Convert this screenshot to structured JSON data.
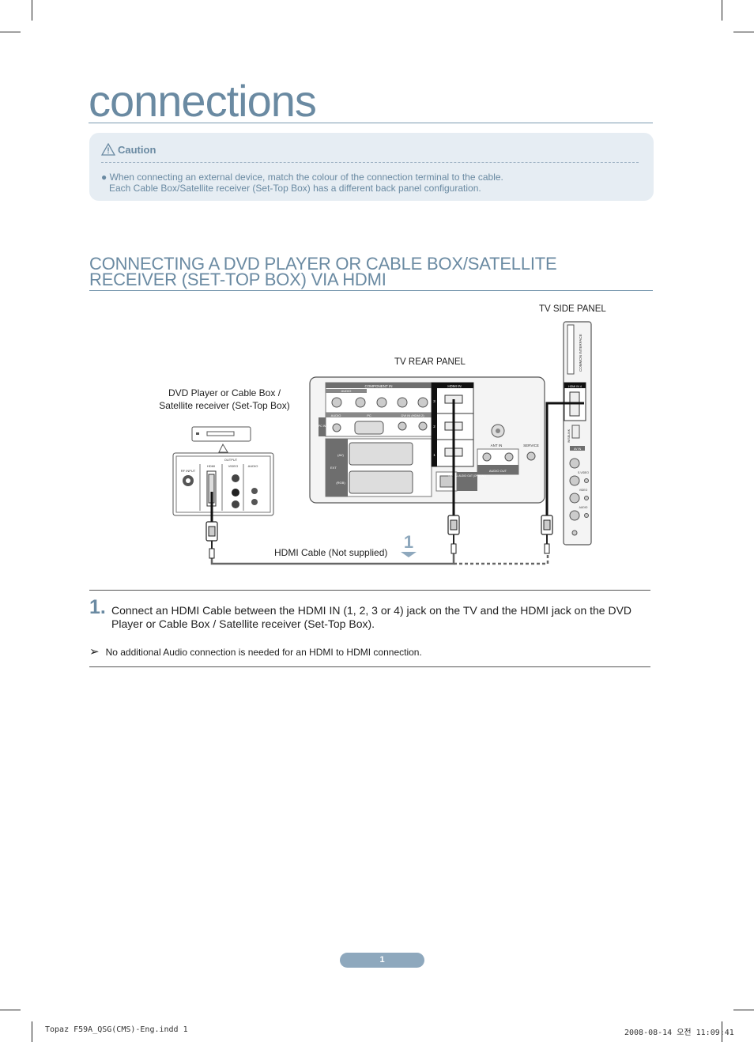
{
  "page": {
    "title": "connections",
    "caution": {
      "label": "Caution",
      "line1": "● When connecting an external device, match the colour of the connection terminal to the cable.",
      "line2": "Each Cable Box/Satellite receiver (Set-Top Box) has a different back panel configuration."
    },
    "section_title_line1": "CONNECTING A DVD PLAYER OR CABLE BOX/SATELLITE",
    "section_title_line2": "RECEIVER (SET-TOP BOX) VIA HDMI",
    "diagram": {
      "tv_side_panel": "TV SIDE PANEL",
      "tv_rear_panel": "TV REAR PANEL",
      "device_label_line1": "DVD Player or Cable Box /",
      "device_label_line2": "Satellite receiver (Set-Top Box)",
      "cable_label": "HDMI Cable (Not supplied)",
      "callout": "1",
      "rear_labels": {
        "component_in": "COMPONENT IN",
        "hdmi_in": "HDMI IN",
        "audio": "AUDIO",
        "pc": "PC",
        "dvi_in": "DVI IN (HDMI 2)",
        "pc_in": "PC IN",
        "ext": "EXT",
        "av": "(AV)",
        "rgb": "(RGB)",
        "ant_in": "ANT IN",
        "service": "SERVICE",
        "audio_out": "AUDIO OUT",
        "digital_audio_out": "DIGITAL AUDIO OUT (OPTICAL)",
        "hdmi_port_3": "3",
        "hdmi_port_2": "2",
        "hdmi_port_1": "1"
      },
      "side_labels": {
        "common_interface": "COMMON INTERFACE",
        "hdmi_in_4": "HDMI IN 4",
        "wiselink": "WISELINK",
        "av_in": "AV IN",
        "s_video": "S-VIDEO",
        "video": "VIDEO",
        "audio": "AUDIO"
      },
      "device_labels": {
        "output": "OUTPUT",
        "rf_input": "RF INPUT",
        "hdmi": "HDMI",
        "video": "VIDEO",
        "audio": "AUDIO"
      }
    },
    "step": {
      "number": "1.",
      "text": "Connect an HDMI Cable between the HDMI IN (1, 2, 3 or 4) jack on the TV and the HDMI jack on the DVD Player or Cable Box / Satellite receiver (Set-Top Box)."
    },
    "note": {
      "symbol": "➢",
      "text": "No additional Audio connection is needed for an HDMI to HDMI connection."
    },
    "page_number": "1",
    "footer": {
      "left": "Topaz F59A_QSG(CMS)-Eng.indd   1",
      "right": "2008-08-14   오전 11:09:41"
    }
  }
}
